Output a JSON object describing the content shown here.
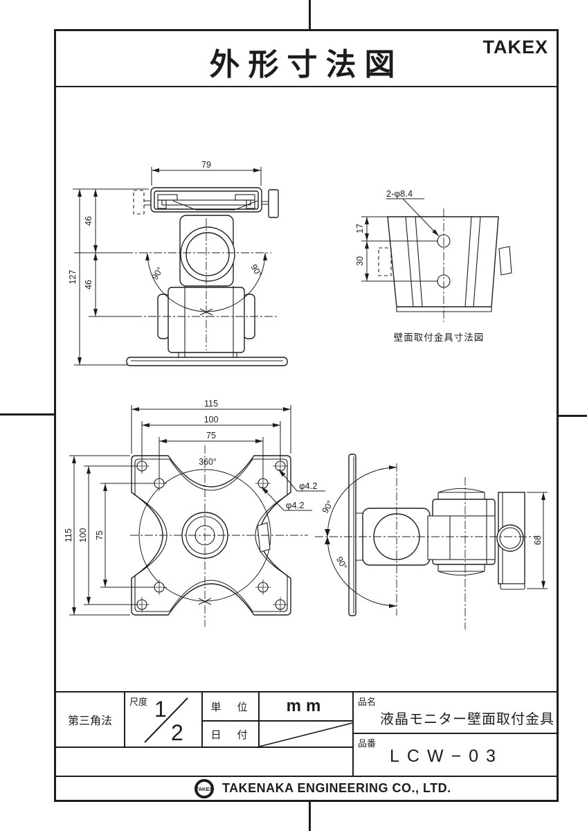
{
  "sheet": {
    "title": "外形寸法図",
    "brand": "TAKEX"
  },
  "front_view": {
    "width": "79",
    "upper_height": "46",
    "lower_height": "46",
    "total_height": "127",
    "tilt_left": "90°",
    "tilt_right": "90°"
  },
  "bracket_view": {
    "hole_note": "2-φ8.4",
    "top_to_hole": "17",
    "hole_pitch": "30",
    "caption": "壁面取付金具寸法図"
  },
  "plate_view": {
    "width_115": "115",
    "width_100": "100",
    "width_75": "75",
    "height_115": "115",
    "height_100": "100",
    "height_75": "75",
    "swivel": "360°",
    "hole_dia_a": "φ4.2",
    "hole_dia_b": "φ4.2"
  },
  "side_view": {
    "tilt_up": "90°",
    "tilt_down": "90°",
    "bracket_height": "68"
  },
  "title_block": {
    "projection": "第三角法",
    "scale_label": "尺度",
    "scale_num": "1",
    "scale_den": "2",
    "unit_label": "単　位",
    "unit_value": "mm",
    "date_label": "日　付",
    "name_label": "品名",
    "name_value": "液晶モニター壁面取付金具",
    "number_label": "品番",
    "number_value": "LCW−03"
  },
  "footer": {
    "logo_text": "TAKEX",
    "company": "TAKENAKA ENGINEERING CO., LTD."
  },
  "colors": {
    "ink": "#1c1c1c",
    "paper": "#ffffff"
  }
}
